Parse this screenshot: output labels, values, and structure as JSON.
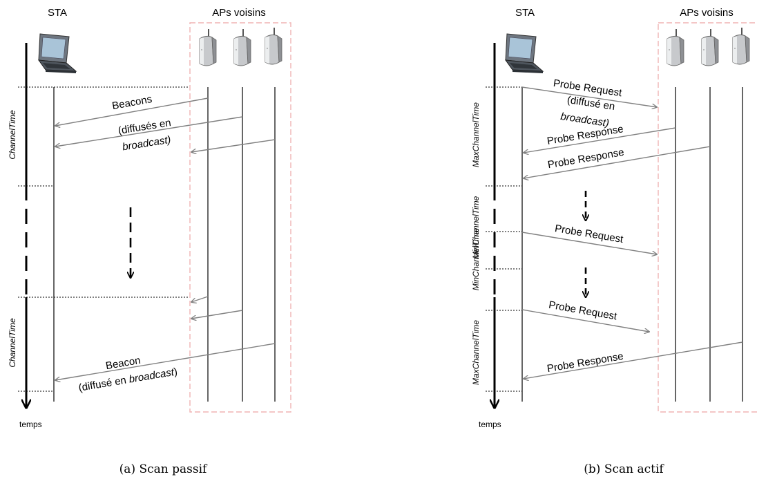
{
  "panel_a": {
    "caption": "(a) Scan passif",
    "sta_label": "STA",
    "aps_label": "APs voisins",
    "time_label": "temps",
    "interval_labels": [
      "ChannelTime",
      "ChannelTime"
    ],
    "msg_beacons": "Beacons",
    "msg_diffuses_1": "(diffusés en",
    "msg_diffuses_2": "broadcast)",
    "msg_beacon": "Beacon",
    "msg_diffuse_pre": "(diffusé en ",
    "msg_diffuse_it": "broadcast",
    "msg_diffuse_post": ")"
  },
  "panel_b": {
    "caption": "(b) Scan actif",
    "sta_label": "STA",
    "aps_label": "APs voisins",
    "time_label": "temps",
    "interval_labels": [
      "MaxChannelTime",
      "MinChannelTime",
      "MinChannelTime",
      "MaxChannelTime"
    ],
    "msg_probe_request": "Probe Request",
    "msg_diffuse_1": "(diffusé en",
    "msg_diffuse_2": "broadcast)",
    "msg_probe_response": "Probe Response"
  },
  "colors": {
    "arrow": "#808080",
    "ap_box": "#f0b4b4",
    "lifeline": "#000000"
  },
  "icons": [
    "laptop-icon",
    "access-point-icon"
  ]
}
